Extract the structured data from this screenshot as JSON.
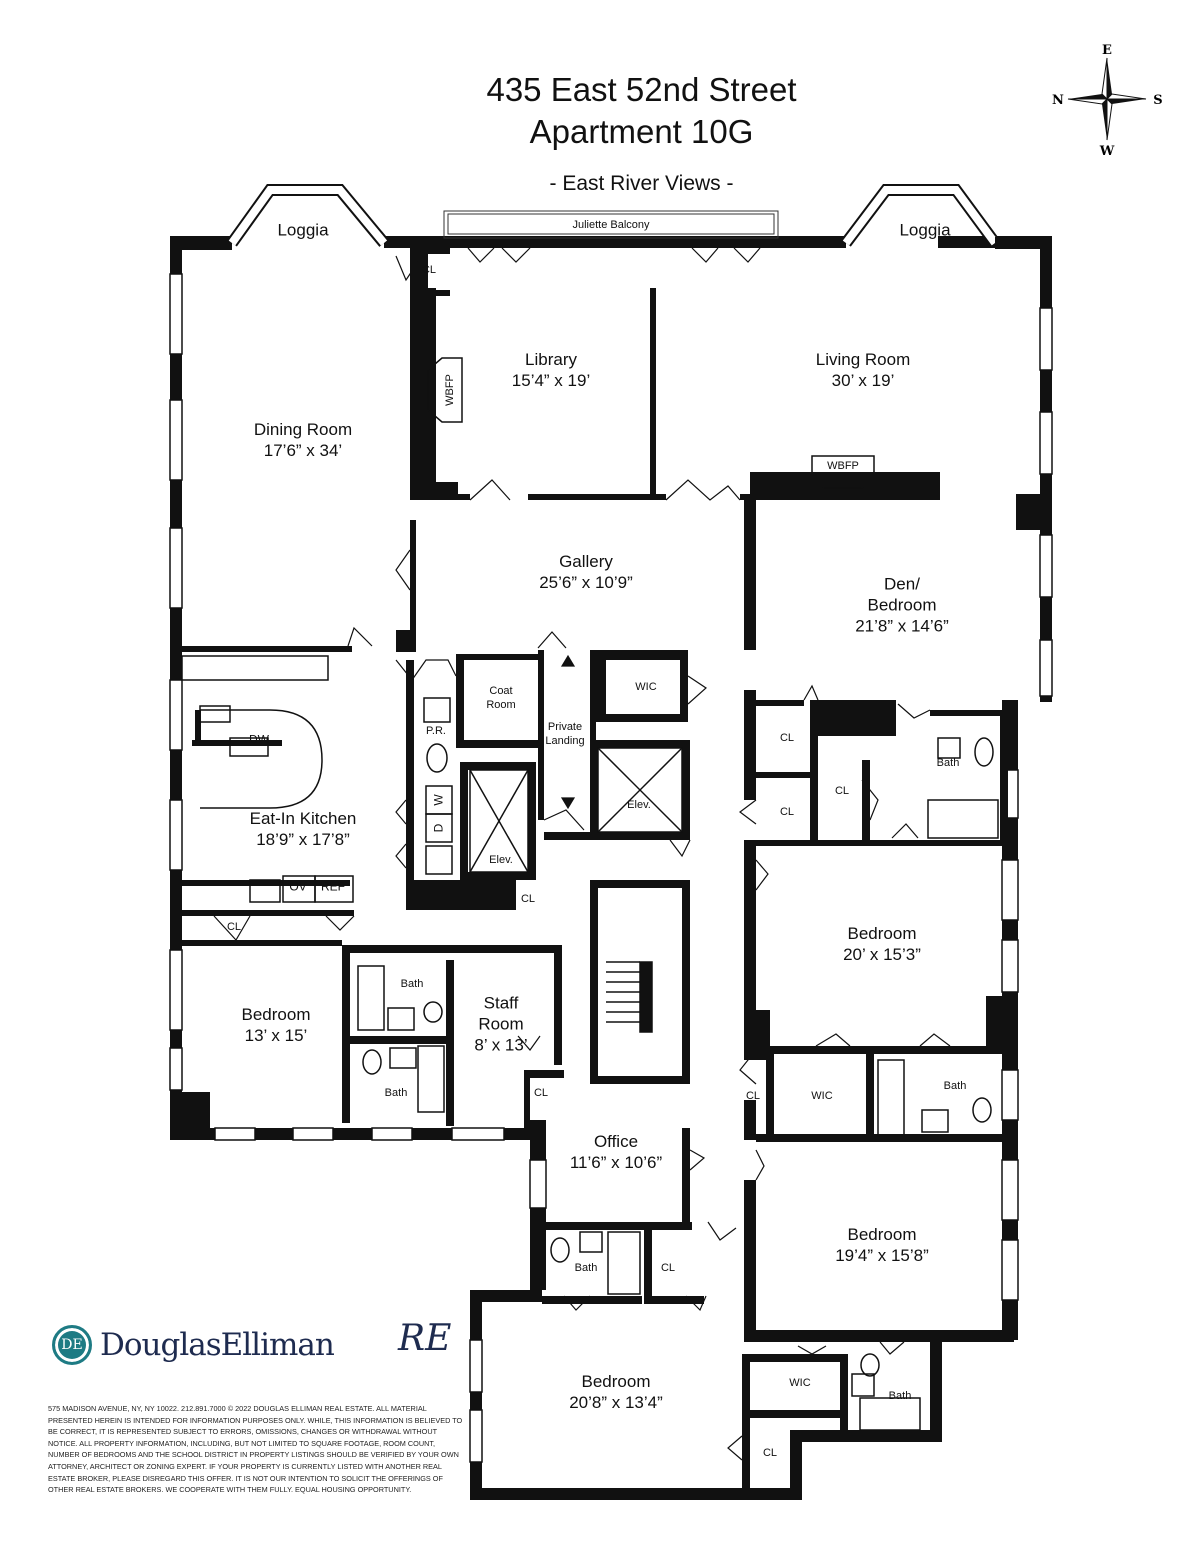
{
  "header": {
    "address": "435 East 52nd Street",
    "unit": "Apartment 10G",
    "views": "- East River Views -"
  },
  "compass": {
    "north": "N",
    "east": "E",
    "south": "S",
    "west": "W"
  },
  "rooms": {
    "loggia_left": "Loggia",
    "loggia_right": "Loggia",
    "balcony": "Juliette Balcony",
    "dining": {
      "name": "Dining Room",
      "size": "17’6” x 34’"
    },
    "library": {
      "name": "Library",
      "size": "15’4” x 19’"
    },
    "living": {
      "name": "Living Room",
      "size": "30’ x 19’"
    },
    "gallery": {
      "name": "Gallery",
      "size": "25’6” x 10’9”"
    },
    "den": {
      "name1": "Den/",
      "name2": "Bedroom",
      "size": "21’8” x 14’6”"
    },
    "kitchen": {
      "name": "Eat-In Kitchen",
      "size": "18’9” x 17’8”"
    },
    "bedroom_left": {
      "name": "Bedroom",
      "size": "13’ x 15’"
    },
    "staff": {
      "name1": "Staff",
      "name2": "Room",
      "size": "8’ x 13’"
    },
    "office": {
      "name": "Office",
      "size": "11’6” x 10’6”"
    },
    "bedroom_r1": {
      "name": "Bedroom",
      "size": "20’ x 15’3”"
    },
    "bedroom_r2": {
      "name": "Bedroom",
      "size": "19’4” x 15’8”"
    },
    "bedroom_bottom": {
      "name": "Bedroom",
      "size": "20’8” x 13’4”"
    }
  },
  "small_labels": {
    "wbfp": "WBFP",
    "cl": "CL",
    "wic": "WIC",
    "bath": "Bath",
    "coat1": "Coat",
    "coat2": "Room",
    "pr": "P.R.",
    "landing1": "Private",
    "landing2": "Landing",
    "elev": "Elev.",
    "dw": "DW",
    "ov": "OV",
    "ref": "REF",
    "w": "W",
    "d": "D"
  },
  "branding": {
    "logo_mark": "DE",
    "logo_text": "DouglasElliman",
    "re": "RE",
    "disclaimer": "575 Madison Avenue, NY, NY 10022. 212.891.7000 © 2022 Douglas Elliman Real Estate. All material presented herein is intended for information purposes only. While, this information is believed to be correct, it is represented subject to errors, omissions, changes or withdrawal without notice. All property information, including, but not limited to square footage, room count, number of bedrooms and the school district in property listings should be verified by your own attorney, architect or zoning expert. If your property is currently listed with another real estate broker, please disregard this offer. It is not our intention to solicit the offerings of other real estate brokers. We cooperate with them fully. Equal Housing Opportunity."
  }
}
